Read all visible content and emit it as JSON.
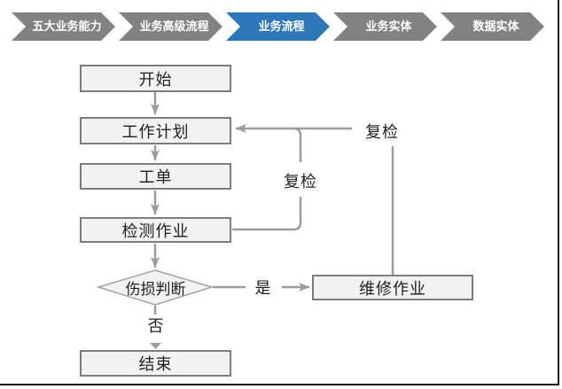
{
  "breadcrumb": {
    "items": [
      {
        "label": "五大业务能力",
        "active": false
      },
      {
        "label": "业务高级流程",
        "active": false
      },
      {
        "label": "业务流程",
        "active": true
      },
      {
        "label": "业务实体",
        "active": false
      },
      {
        "label": "数据实体",
        "active": false
      }
    ]
  },
  "flowchart": {
    "nodes": {
      "start": "开始",
      "work_plan": "工作计划",
      "work_order": "工单",
      "inspection": "检测作业",
      "damage_decision": "伤损判断",
      "repair": "维修作业",
      "end": "结束"
    },
    "edge_labels": {
      "recheck_inner": "复检",
      "recheck_outer": "复检",
      "yes": "是",
      "no": "否"
    }
  },
  "colors": {
    "accent": "#2E77B9",
    "chev_gray": "#828282",
    "node_fill": "#F2F2F2",
    "node_border": "#7C7C7C",
    "line": "#9C9C9C"
  }
}
